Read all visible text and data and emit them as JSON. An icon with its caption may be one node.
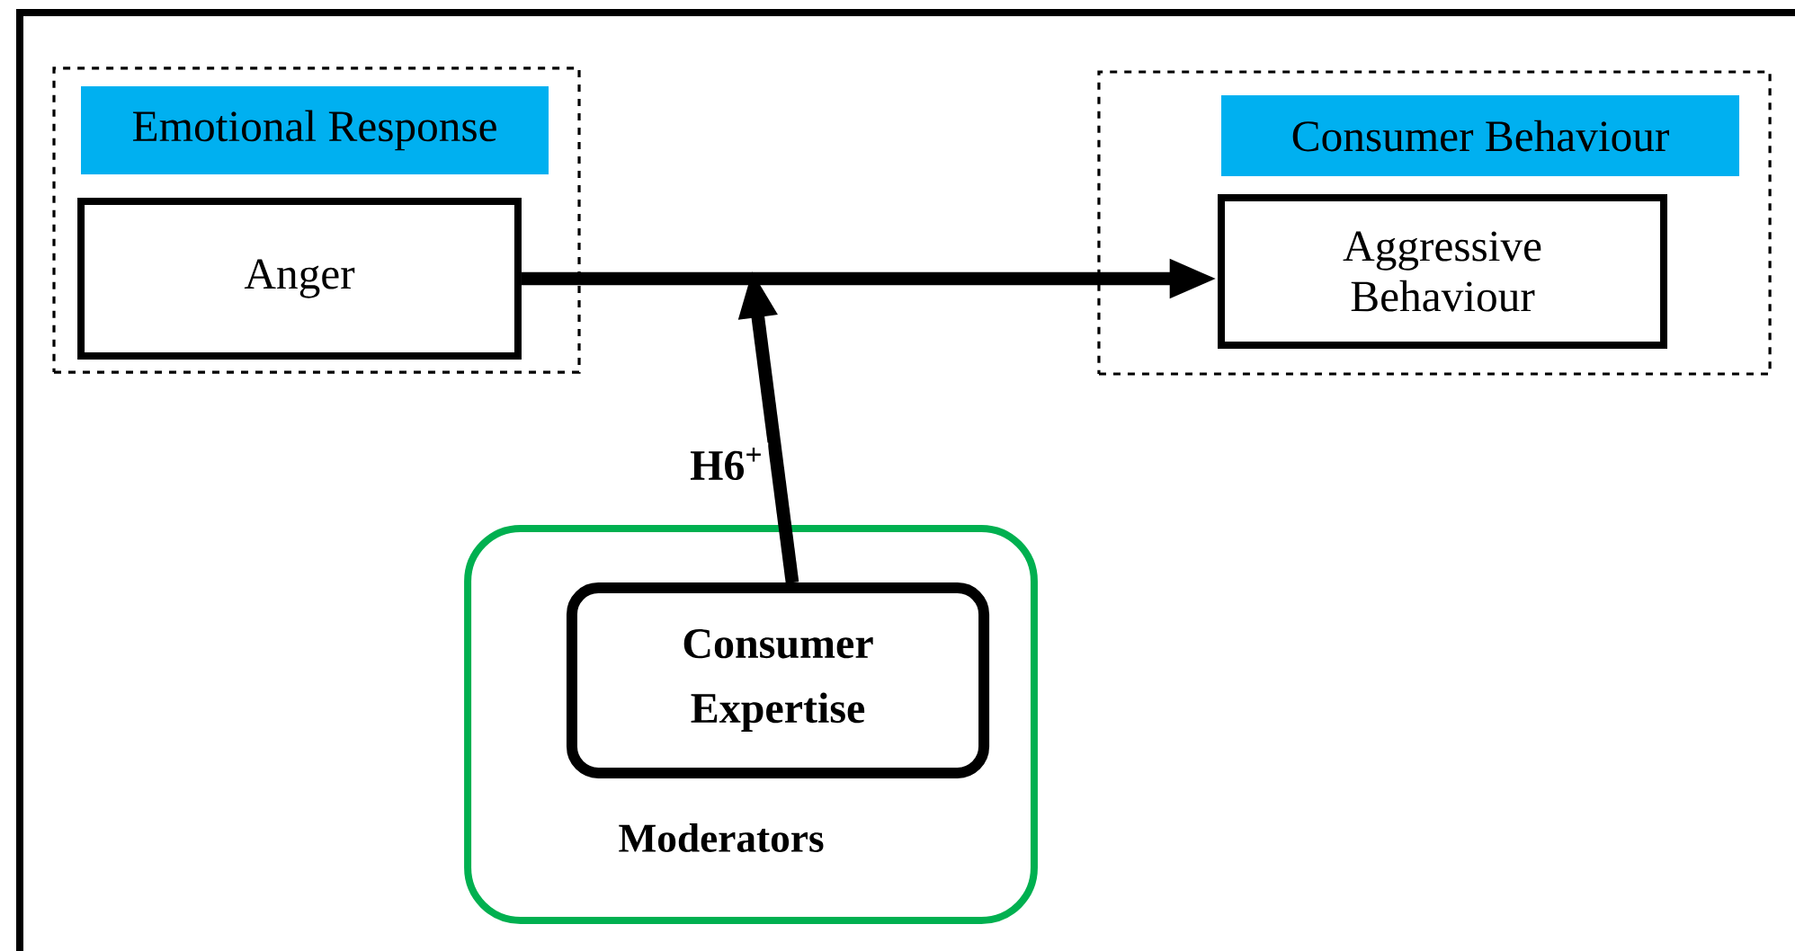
{
  "diagram": {
    "nodes": [
      {
        "text": [],
        "shape": "box"
      },
      {
        "text": [
          "Emotional Response"
        ],
        "in": 0
      },
      {
        "text": [
          "Anger"
        ],
        "in": 0
      },
      {
        "text": [],
        "shape": "box"
      },
      {
        "text": [
          "Consumer Behaviour"
        ],
        "in": 3
      },
      {
        "text": [
          "Aggressive Behaviour"
        ],
        "in": 3
      },
      {
        "text": [
          "Moderators"
        ]
      },
      {
        "text": [
          "Consumer Expertise"
        ],
        "in": 6
      }
    ],
    "edges": [
      {
        "from": 2,
        "to": 5,
        "arrow": "to"
      },
      {
        "from": 7,
        "to": null,
        "arrow": "to",
        "label": "H6$^{+}$"
      }
    ]
  }
}
